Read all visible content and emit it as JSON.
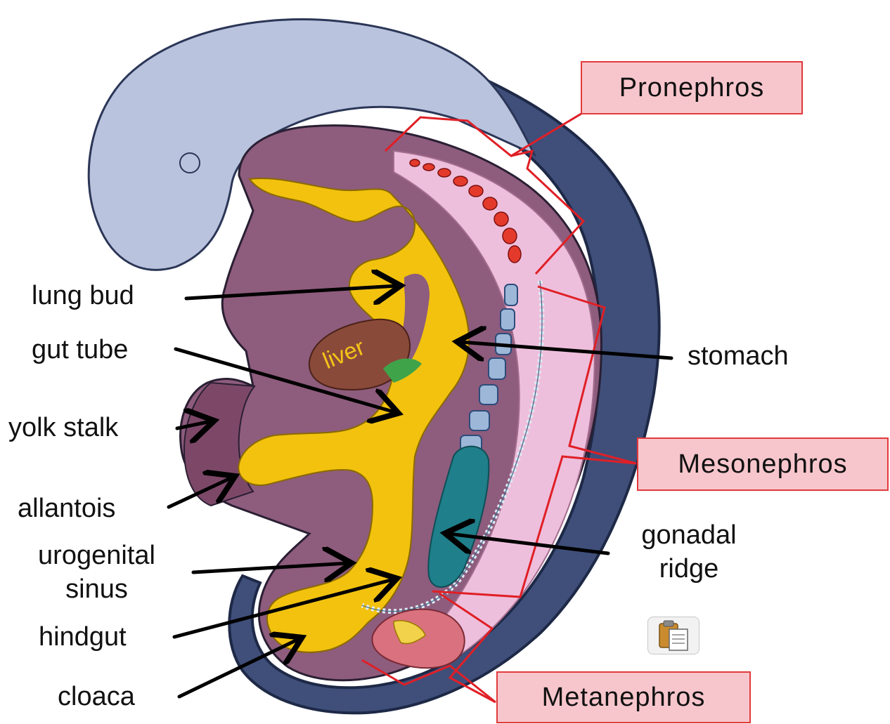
{
  "labels": {
    "lung_bud": "lung bud",
    "gut_tube": "gut tube",
    "yolk_stalk": "yolk stalk",
    "allantois": "allantois",
    "urogenital_line1": "urogenital",
    "urogenital_line2": "sinus",
    "hindgut": "hindgut",
    "cloaca": "cloaca",
    "stomach": "stomach",
    "gonadal_line1": "gonadal",
    "gonadal_line2": "ridge",
    "liver": "liver"
  },
  "regions": {
    "pronephros": "Pronephros",
    "mesonephros": "Mesonephros",
    "metanephros": "Metanephros"
  },
  "colors": {
    "embryo_body": "#b9c3dd",
    "embryo_dark": "#3f4f7a",
    "inner_cavity": "#8e5c7d",
    "pink_tissue": "#eebfdc",
    "gut_yellow": "#f2c20f",
    "liver": "#8a4a3a",
    "gonad": "#1f7f8a",
    "pronephros_red": "#e43a2c",
    "bracket_red": "#e01f26",
    "box_fill": "#f7c6cc"
  },
  "icons": {
    "clipboard": "clipboard-paste-icon"
  }
}
